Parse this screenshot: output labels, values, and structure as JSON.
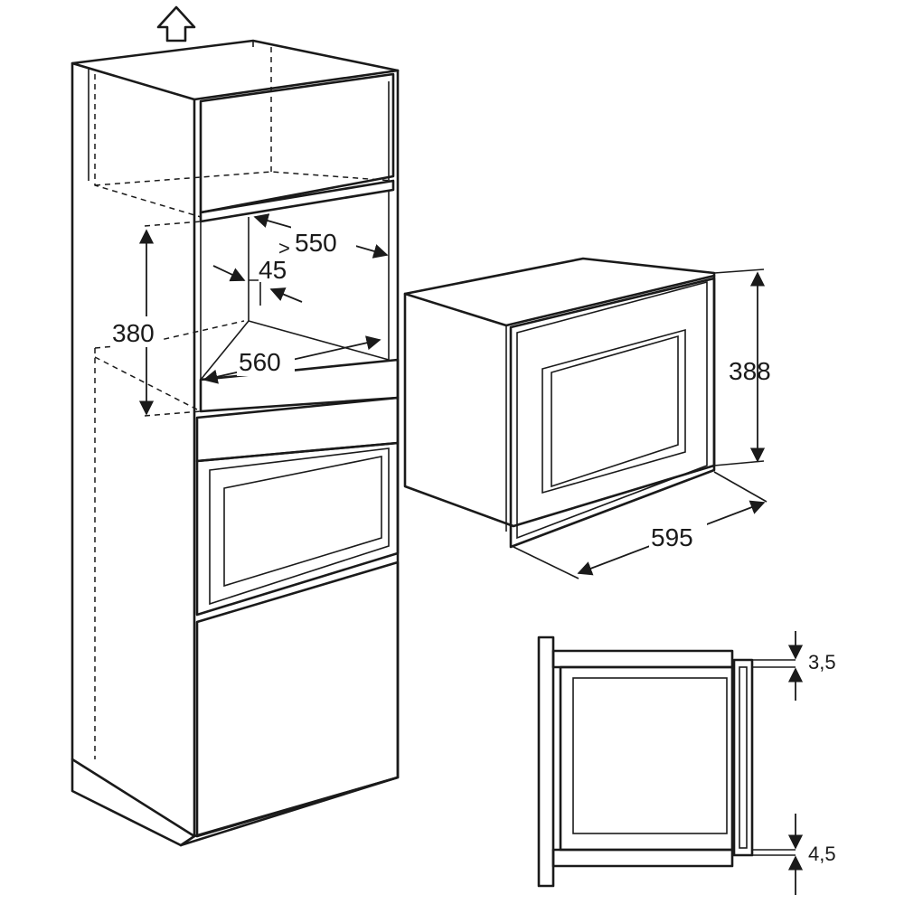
{
  "labels": {
    "depth_550": "550",
    "gap_45": "45",
    "height_380": "380",
    "width_560": "560",
    "height_388": "388",
    "width_595": "595",
    "top_gap": "3,5",
    "bottom_gap": "4,5",
    "min_symbol": ">"
  },
  "icons": {
    "ventilation": "up-arrow-icon"
  }
}
